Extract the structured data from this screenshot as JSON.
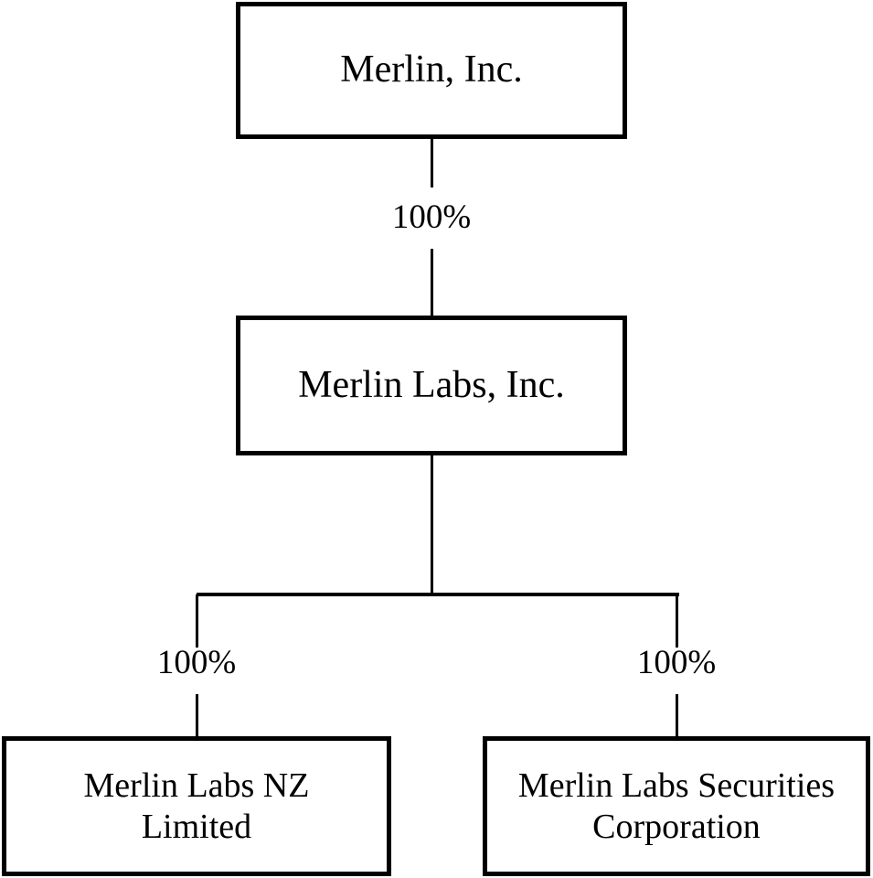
{
  "diagram": {
    "type": "organizational-ownership-chart",
    "background_color": "#ffffff",
    "line_color": "#000000",
    "text_color": "#000000",
    "nodes": [
      {
        "id": "merlin-inc",
        "label": "Merlin, Inc.",
        "level": 1
      },
      {
        "id": "merlin-labs-inc",
        "label": "Merlin Labs, Inc.",
        "level": 2
      },
      {
        "id": "merlin-labs-nz",
        "label": "Merlin Labs NZ\nLimited",
        "level": 3
      },
      {
        "id": "merlin-labs-securities",
        "label": "Merlin Labs Securities\nCorporation",
        "level": 3
      }
    ],
    "edges": [
      {
        "from": "merlin-inc",
        "to": "merlin-labs-inc",
        "ownership": "100%"
      },
      {
        "from": "merlin-labs-inc",
        "to": "merlin-labs-nz",
        "ownership": "100%"
      },
      {
        "from": "merlin-labs-inc",
        "to": "merlin-labs-securities",
        "ownership": "100%"
      }
    ]
  }
}
